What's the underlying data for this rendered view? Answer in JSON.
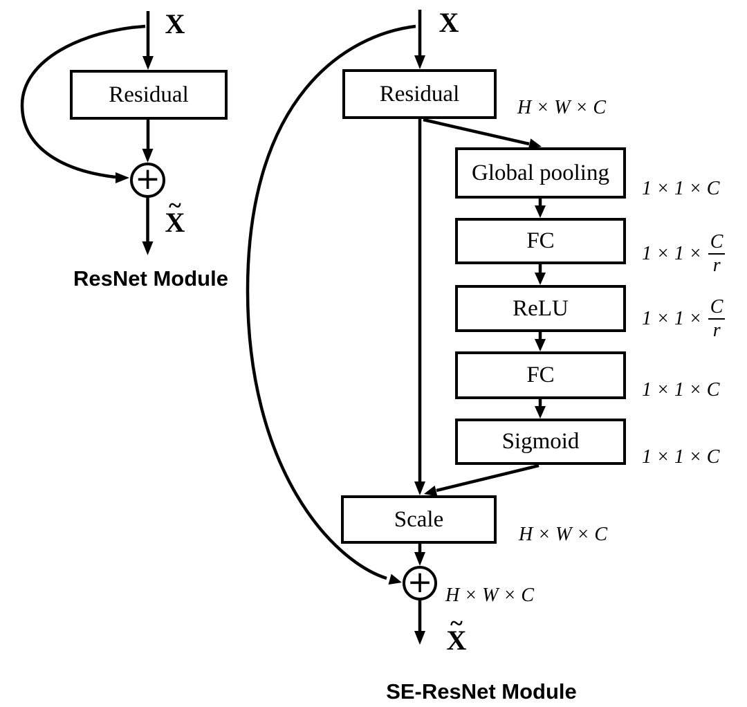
{
  "colors": {
    "ink": "#000000",
    "background": "#ffffff"
  },
  "resnet": {
    "input_label": "X",
    "residual": {
      "label": "Residual"
    },
    "plus": "+",
    "output_accent": "~",
    "output_label": "X",
    "caption": "ResNet Module"
  },
  "se_resnet": {
    "input_label": "X",
    "residual": {
      "label": "Residual",
      "dim": "H × W × C"
    },
    "global_pooling": {
      "label": "Global pooling",
      "dim": "1 × 1 × C"
    },
    "fc1": {
      "label": "FC",
      "dim_prefix": "1 × 1 ×",
      "dim_numerator": "C",
      "dim_denominator": "r"
    },
    "relu": {
      "label": "ReLU",
      "dim_prefix": "1 × 1 ×",
      "dim_numerator": "C",
      "dim_denominator": "r"
    },
    "fc2": {
      "label": "FC",
      "dim": "1 × 1 × C"
    },
    "sigmoid": {
      "label": "Sigmoid",
      "dim": "1 × 1 × C"
    },
    "scale": {
      "label": "Scale",
      "dim": "H × W × C"
    },
    "plus": "+",
    "add_dim": "H × W × C",
    "output_accent": "~",
    "output_label": "X",
    "caption": "SE-ResNet Module"
  }
}
